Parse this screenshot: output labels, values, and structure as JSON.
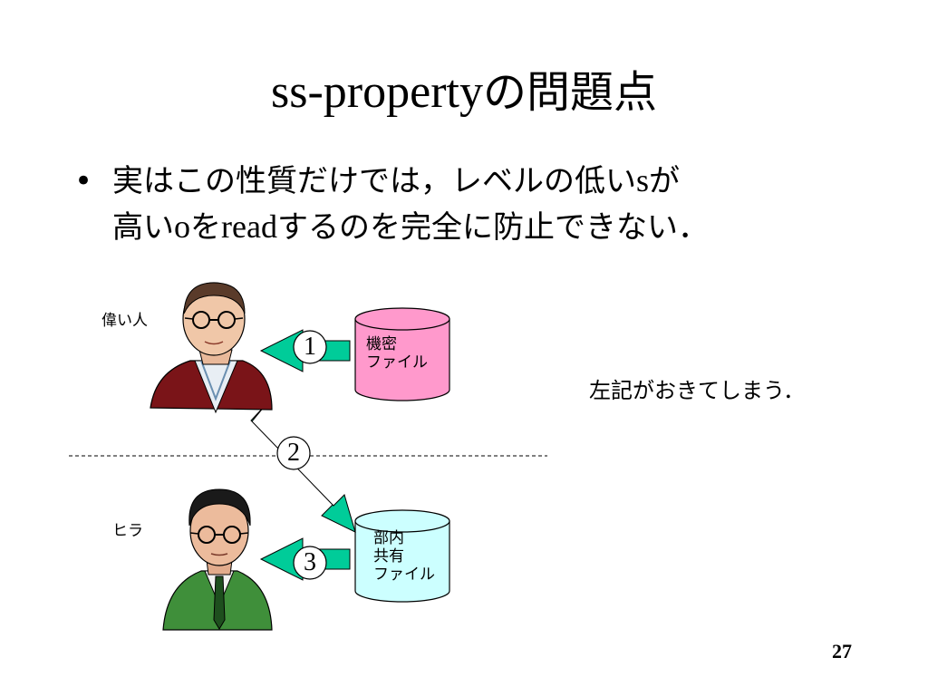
{
  "title": {
    "latin": "ss-property",
    "jp": "の問題点"
  },
  "bullet": {
    "symbol": "•",
    "line1_a": "実はこの性質だけでは，レベルの低い",
    "line1_s": "s",
    "line1_b": "が",
    "line2_a": "高い",
    "line2_o": "o",
    "line2_b": "を",
    "line2_read": "read",
    "line2_c": "するのを完全に防止できない．"
  },
  "diagram": {
    "high_person_label": "偉い人",
    "low_person_label": "ヒラ",
    "secret_file": {
      "line1": "機密",
      "line2": "ファイル",
      "fill": "#ff99cc"
    },
    "shared_file": {
      "line1": "部内",
      "line2": "共有",
      "line3": "ファイル",
      "fill": "#ccffff"
    },
    "arrow_color": "#00cc99",
    "steps": [
      "1",
      "2",
      "3"
    ]
  },
  "note": "左記がおきてしまう．",
  "page_number": "27"
}
